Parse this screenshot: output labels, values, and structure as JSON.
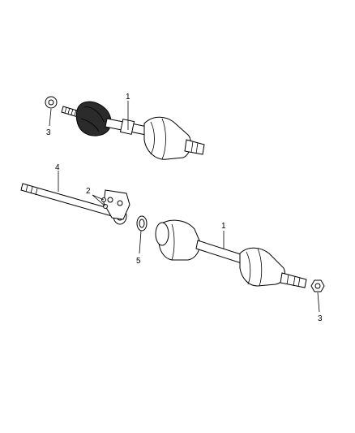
{
  "callouts": {
    "top_shaft": "1",
    "top_nut": "3",
    "bottom_shaft": "1",
    "bottom_nut": "3",
    "intermediate_shaft": "4",
    "bracket_bolts": "2",
    "seal_ring": "5"
  }
}
